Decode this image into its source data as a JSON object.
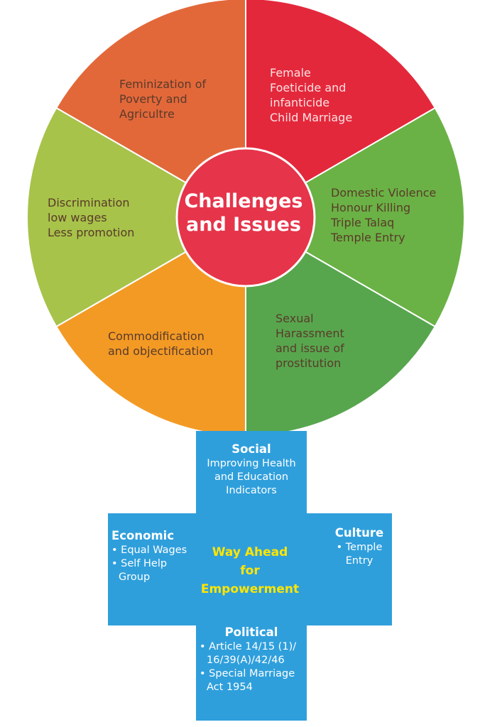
{
  "colors": {
    "segment_feminization": "#e2683a",
    "segment_foeticide": "#e4283c",
    "segment_domestic": "#6ab245",
    "segment_sexual": "#57a64e",
    "segment_commodification": "#f39a25",
    "segment_discrimination": "#a7c34a",
    "center": "#e6344a",
    "cross": "#2f9fdc",
    "way_ahead": "#ffe600"
  },
  "center": {
    "line1": "Challenges",
    "line2": "and Issues"
  },
  "segments": {
    "feminization": {
      "lines": [
        "Feminization of",
        "Poverty and",
        "Agricultre"
      ]
    },
    "foeticide": {
      "lines": [
        "Female",
        "Foeticide and",
        "infanticide",
        "Child Marriage"
      ]
    },
    "domestic": {
      "lines": [
        "Domestic Violence",
        "Honour Killing",
        "Triple Talaq",
        "Temple Entry"
      ]
    },
    "sexual": {
      "lines": [
        "Sexual",
        "Harassment",
        "and issue of",
        "prostitution"
      ]
    },
    "commodification": {
      "lines": [
        "Commodification",
        "and objectification"
      ]
    },
    "discrimination": {
      "lines": [
        "Discrimination",
        "low wages",
        "Less promotion"
      ]
    }
  },
  "empowerment": {
    "social": {
      "heading": "Social",
      "lines": [
        "Improving Health",
        "and Education",
        "Indicators"
      ]
    },
    "economic": {
      "heading": "Economic",
      "items": [
        "• Equal Wages",
        "• Self Help",
        "Group"
      ]
    },
    "culture": {
      "heading": "Culture",
      "items": [
        "• Temple",
        "Entry"
      ]
    },
    "political": {
      "heading": "Political",
      "items": [
        "• Article 14/15 (1)/",
        "16/39(A)/42/46",
        "• Special Marriage",
        "Act 1954"
      ]
    },
    "way_ahead": {
      "line1": "Way Ahead",
      "line2": "for",
      "line3": "Empowerment"
    }
  }
}
